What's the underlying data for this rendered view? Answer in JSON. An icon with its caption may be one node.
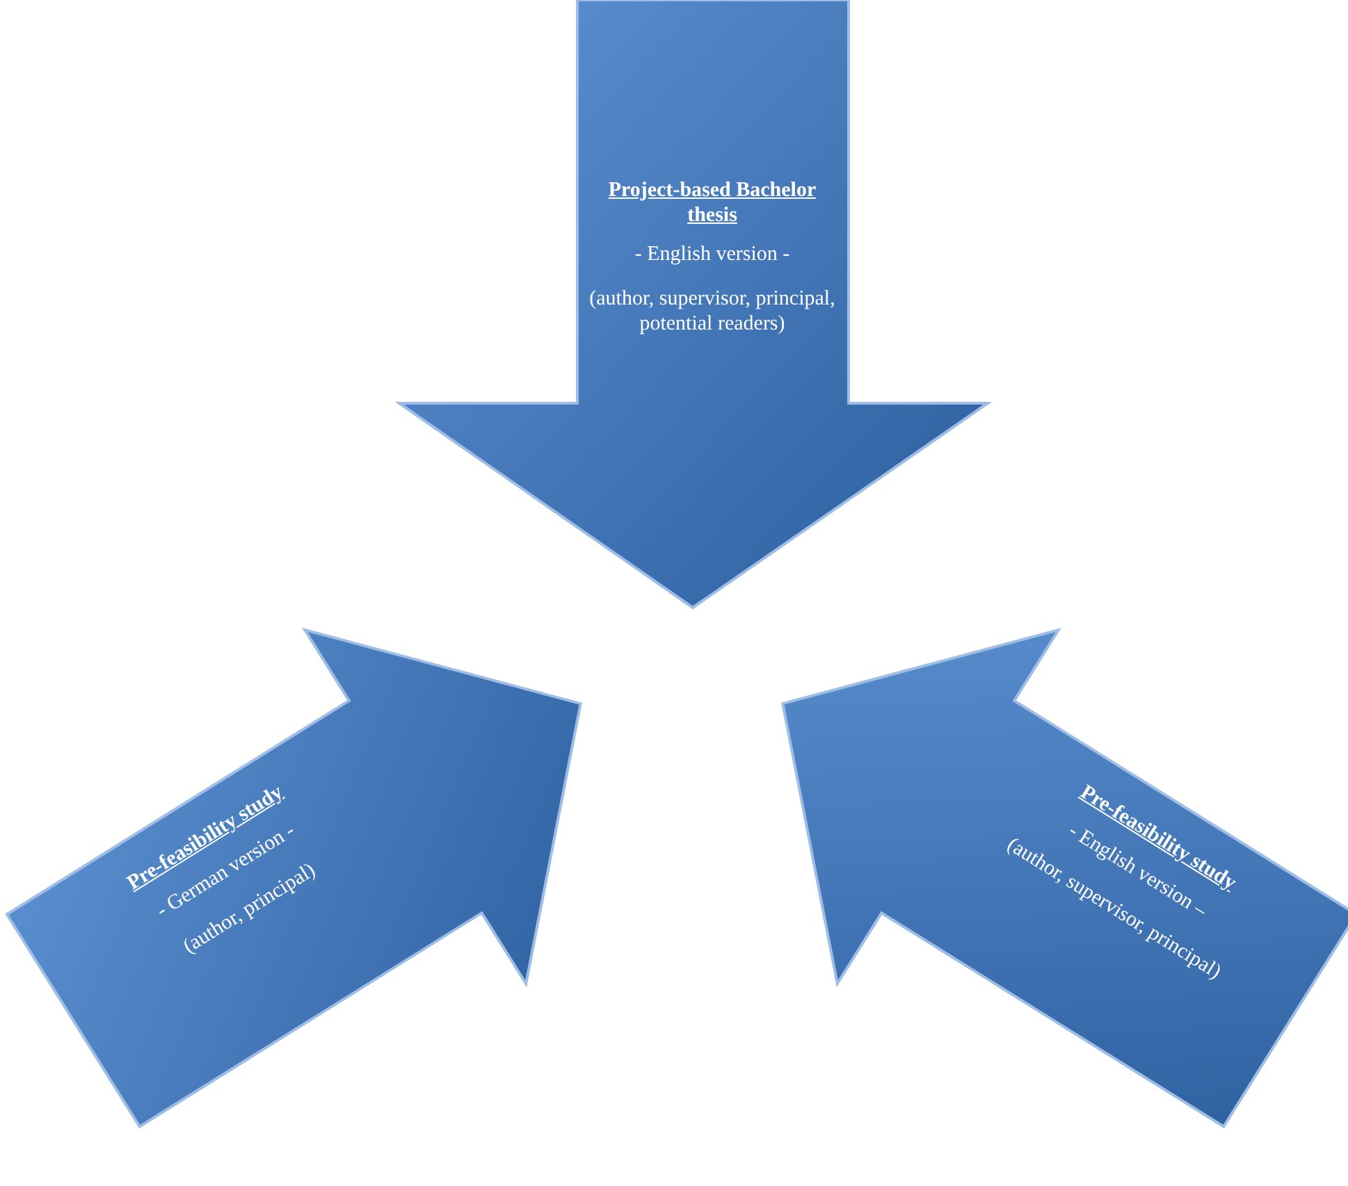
{
  "diagram": {
    "nodes": [
      {
        "text": [
          "Project-based Bachelor thesis",
          "- English version -",
          "(author, supervisor, principal, potential readers)"
        ]
      },
      {
        "text": [
          "Pre-feasibility study",
          "- German version -",
          "(author, principal)"
        ]
      },
      {
        "text": [
          "Pre-feasibility study",
          "- English version –",
          "(author, supervisor, principal)"
        ]
      }
    ],
    "edges": []
  }
}
